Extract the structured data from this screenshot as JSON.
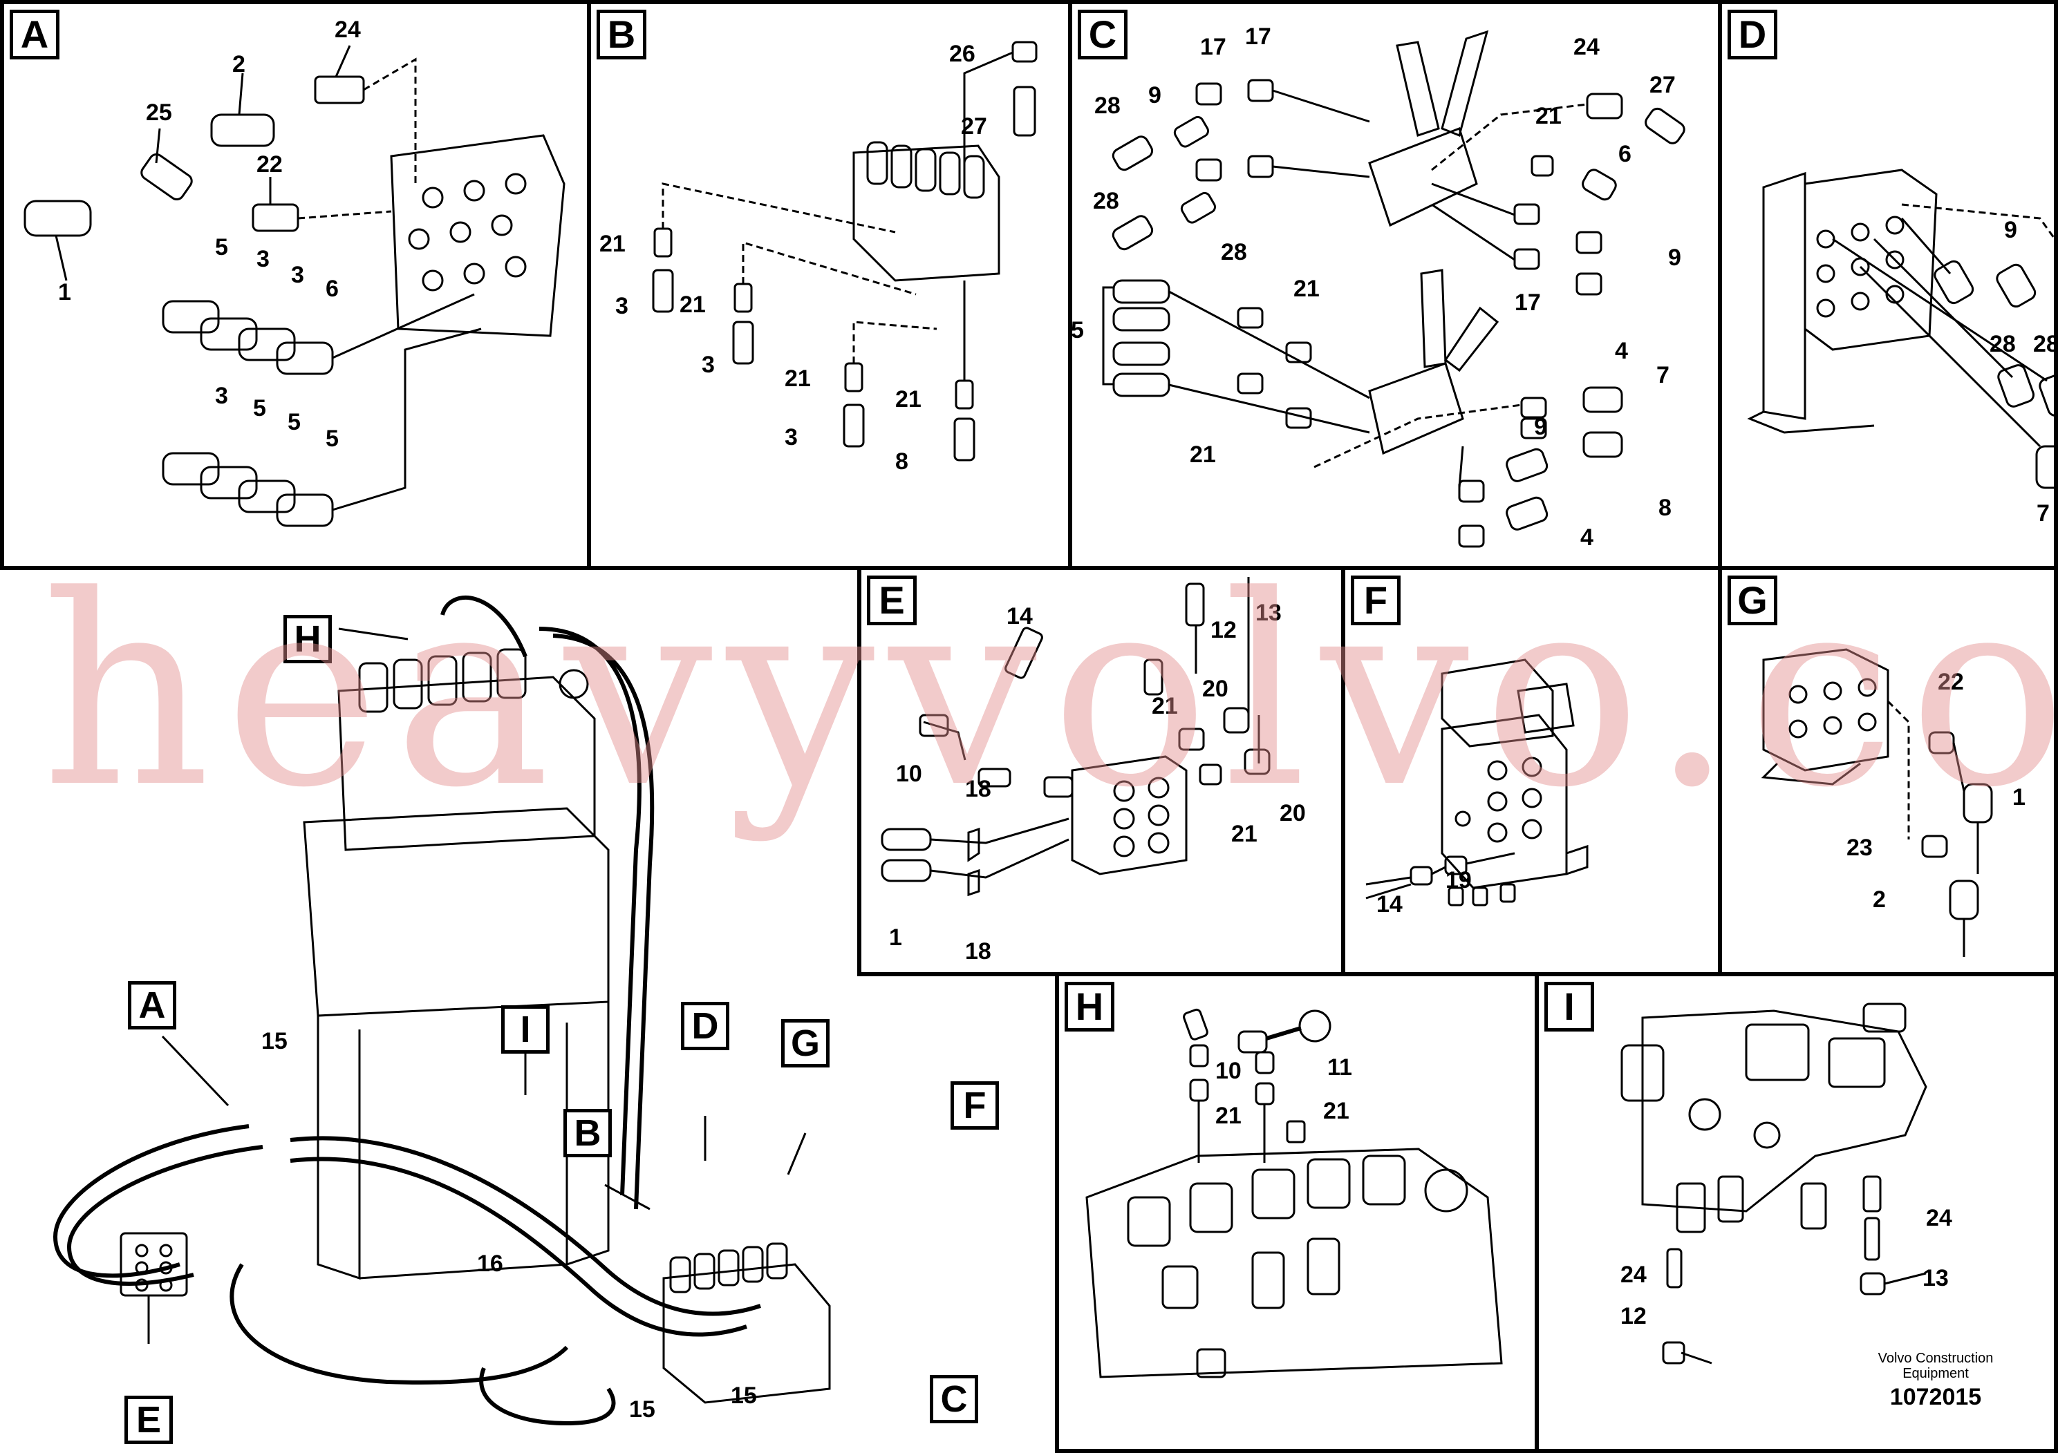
{
  "watermark": "heavyvolvo.com",
  "panels": {
    "A": {
      "label": "A",
      "callouts": [
        "24",
        "2",
        "25",
        "22",
        "1",
        "5",
        "3",
        "3",
        "6",
        "3",
        "5",
        "5",
        "5"
      ]
    },
    "B": {
      "label": "B",
      "callouts": [
        "26",
        "27",
        "21",
        "3",
        "21",
        "3",
        "21",
        "3",
        "21",
        "8"
      ]
    },
    "C": {
      "label": "C",
      "callouts": [
        "17",
        "17",
        "24",
        "27",
        "28",
        "9",
        "21",
        "6",
        "28",
        "28",
        "9",
        "17",
        "4",
        "21",
        "5",
        "7",
        "21",
        "9",
        "8",
        "4"
      ]
    },
    "D": {
      "label": "D",
      "callouts": [
        "9",
        "28",
        "28",
        "7"
      ]
    },
    "E": {
      "label": "E",
      "callouts": [
        "14",
        "13",
        "12",
        "21",
        "20",
        "10",
        "18",
        "21",
        "20",
        "1",
        "18"
      ]
    },
    "F": {
      "label": "F",
      "callouts": [
        "14",
        "19"
      ]
    },
    "G": {
      "label": "G",
      "callouts": [
        "22",
        "1",
        "23",
        "2"
      ]
    },
    "H": {
      "label": "H",
      "callouts": [
        "10",
        "11",
        "21",
        "21"
      ]
    },
    "I": {
      "label": "I",
      "callouts": [
        "24",
        "24",
        "13",
        "12"
      ]
    },
    "overview": {
      "callouts": [
        "15",
        "16",
        "15",
        "15"
      ]
    }
  },
  "overview_markers": [
    "H",
    "I",
    "A",
    "D",
    "G",
    "F",
    "B",
    "E",
    "C"
  ],
  "footer": {
    "company_line1": "Volvo Construction",
    "company_line2": "Equipment",
    "code": "1072015"
  }
}
